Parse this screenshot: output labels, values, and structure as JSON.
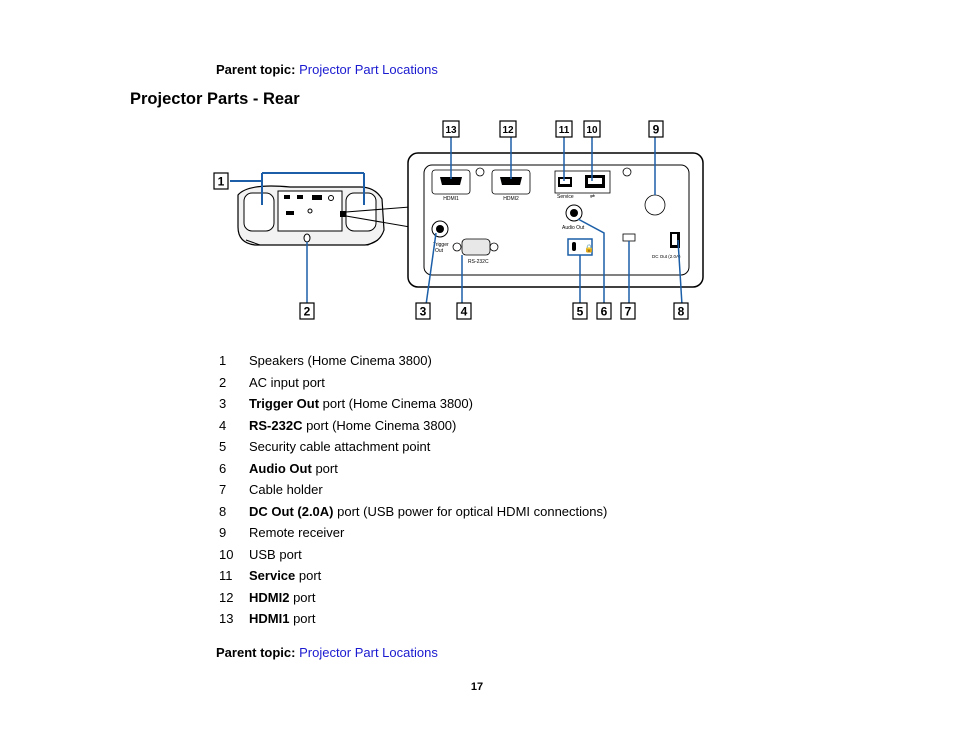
{
  "parent_topic_top": {
    "label": "Parent topic:",
    "link": "Projector Part Locations"
  },
  "heading": "Projector Parts - Rear",
  "figure": {
    "callouts": [
      "1",
      "2",
      "3",
      "4",
      "5",
      "6",
      "7",
      "8",
      "9",
      "10",
      "11",
      "12",
      "13"
    ],
    "port_labels": {
      "hdmi1": "HDMI1",
      "hdmi2": "HDMI2",
      "service": "Service",
      "trigger_out_1": "Trigger",
      "trigger_out_2": "Out",
      "rs232c": "RS-232C",
      "audio_out": "Audio Out",
      "dc_out": "DC Out (2.0A)"
    }
  },
  "legend": [
    {
      "num": "1",
      "bold": "",
      "text": "Speakers (Home Cinema 3800)"
    },
    {
      "num": "2",
      "bold": "",
      "text": "AC input port"
    },
    {
      "num": "3",
      "bold": "Trigger Out",
      "text": " port (Home Cinema 3800)"
    },
    {
      "num": "4",
      "bold": "RS-232C",
      "text": " port (Home Cinema 3800)"
    },
    {
      "num": "5",
      "bold": "",
      "text": "Security cable attachment point"
    },
    {
      "num": "6",
      "bold": "Audio Out",
      "text": " port"
    },
    {
      "num": "7",
      "bold": "",
      "text": "Cable holder"
    },
    {
      "num": "8",
      "bold": "DC Out (2.0A)",
      "text": " port (USB power for optical HDMI connections)"
    },
    {
      "num": "9",
      "bold": "",
      "text": "Remote receiver"
    },
    {
      "num": "10",
      "bold": "",
      "text": "USB port"
    },
    {
      "num": "11",
      "bold": "Service",
      "text": " port"
    },
    {
      "num": "12",
      "bold": "HDMI2",
      "text": " port"
    },
    {
      "num": "13",
      "bold": "HDMI1",
      "text": " port"
    }
  ],
  "parent_topic_bottom": {
    "label": "Parent topic:",
    "link": "Projector Part Locations"
  },
  "page_number": "17",
  "colors": {
    "link": "#1a1ad0",
    "callout_line": "#1c5fa8"
  }
}
